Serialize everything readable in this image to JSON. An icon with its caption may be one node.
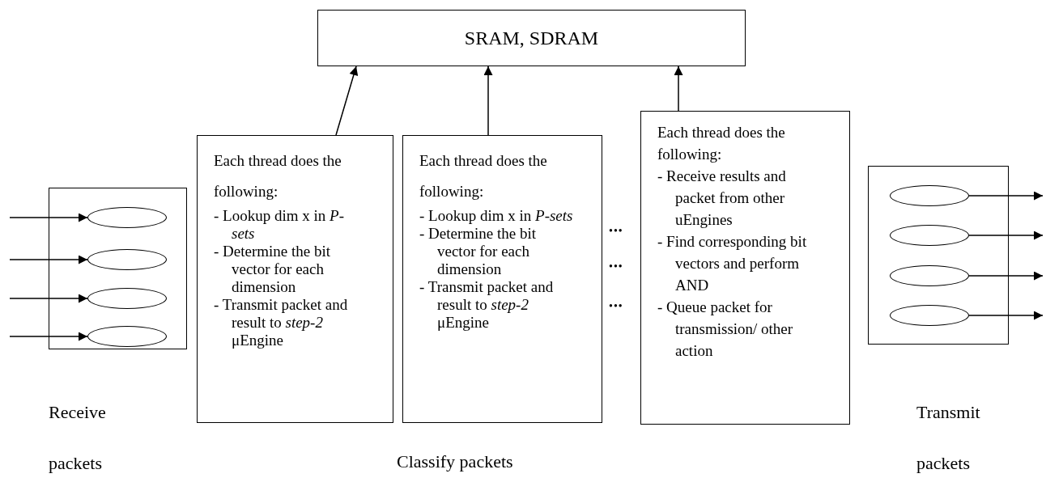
{
  "diagram": {
    "nodes": [
      {
        "text": [
          "SRAM, SDRAM"
        ]
      },
      {
        "text": [],
        "shape": "box",
        "beside": [
          "Receive packets"
        ]
      },
      {
        "text": [],
        "shape": "circle",
        "in": 1
      },
      {
        "text": [],
        "shape": "circle",
        "in": 1
      },
      {
        "text": [],
        "shape": "circle",
        "in": 1
      },
      {
        "text": [],
        "shape": "circle",
        "in": 1
      },
      {
        "text": [
          "Each thread does the following:",
          "- Lookup dim x in *P-sets*",
          "- Determine the bit vector for each dimension",
          "- Transmit packet and result to *step-2* μEngine"
        ]
      },
      {
        "text": [
          "Each thread does the following:",
          "- Lookup dim x in *P-sets*",
          "- Determine the bit vector for each dimension",
          "- Transmit packet and result to *step-2* μEngine"
        ]
      },
      {
        "text": [
          "Each thread does the following:",
          "- Receive results and packet from other uEngines",
          "- Find corresponding bit vectors and perform AND",
          "- Queue packet for transmission/ other action"
        ]
      },
      {
        "text": [],
        "shape": "box",
        "beside": [
          "Transmit packets"
        ]
      },
      {
        "text": [],
        "shape": "circle",
        "in": 9
      },
      {
        "text": [],
        "shape": "circle",
        "in": 9
      },
      {
        "text": [],
        "shape": "circle",
        "in": 9
      },
      {
        "text": [],
        "shape": "circle",
        "in": 9
      }
    ],
    "edges": [
      {
        "from": null,
        "to": 2,
        "arrow": "to"
      },
      {
        "from": null,
        "to": 3,
        "arrow": "to"
      },
      {
        "from": null,
        "to": 4,
        "arrow": "to"
      },
      {
        "from": null,
        "to": 5,
        "arrow": "to"
      },
      {
        "from": 6,
        "to": 0,
        "arrow": "to"
      },
      {
        "from": 7,
        "to": 0,
        "arrow": "to"
      },
      {
        "from": 8,
        "to": 0,
        "arrow": "to"
      },
      {
        "from": 10,
        "to": null,
        "arrow": "to"
      },
      {
        "from": 11,
        "to": null,
        "arrow": "to"
      },
      {
        "from": 12,
        "to": null,
        "arrow": "to"
      },
      {
        "from": 13,
        "to": null,
        "arrow": "to"
      }
    ],
    "labels": [
      "•••",
      "•••",
      "•••",
      "Classify packets"
    ]
  }
}
